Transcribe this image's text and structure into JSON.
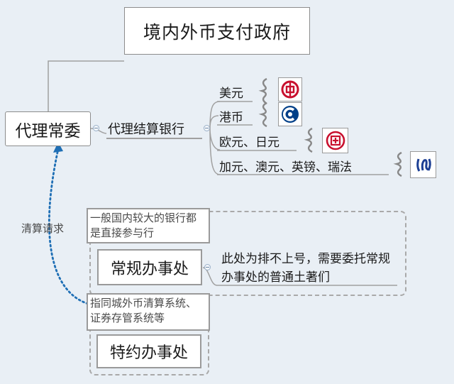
{
  "title": "境内外币支付政府",
  "root": {
    "label": "代理常委"
  },
  "settlement_bank": {
    "label": "代理结算银行"
  },
  "currencies": [
    {
      "label": "美元",
      "logo_icon": "bank-of-china-icon",
      "color": "#c8102e"
    },
    {
      "label": "港币",
      "logo_icon": "ccb-icon",
      "color": "#003f88"
    },
    {
      "label": "欧元、日元",
      "logo_icon": "icbc-icon",
      "color": "#c8102e"
    },
    {
      "label": "加元、澳元、英镑、瑞法",
      "logo_icon": "bank-of-communications-icon",
      "color": "#1c3f94"
    }
  ],
  "clearing_request": {
    "label": "清算请求"
  },
  "regular_office": {
    "note": "一般国内较大的银行都是直接参与行",
    "label": "常规办事处",
    "description": "此处为排不上号，需要委托常规办事处的普通土著们"
  },
  "special_office": {
    "note": "指同城外币清算系统、证券存管系统等",
    "label": "特约办事处"
  },
  "colors": {
    "link": "#1f6fb5",
    "border": "#8c8c8c",
    "background": "#e9eff5"
  }
}
